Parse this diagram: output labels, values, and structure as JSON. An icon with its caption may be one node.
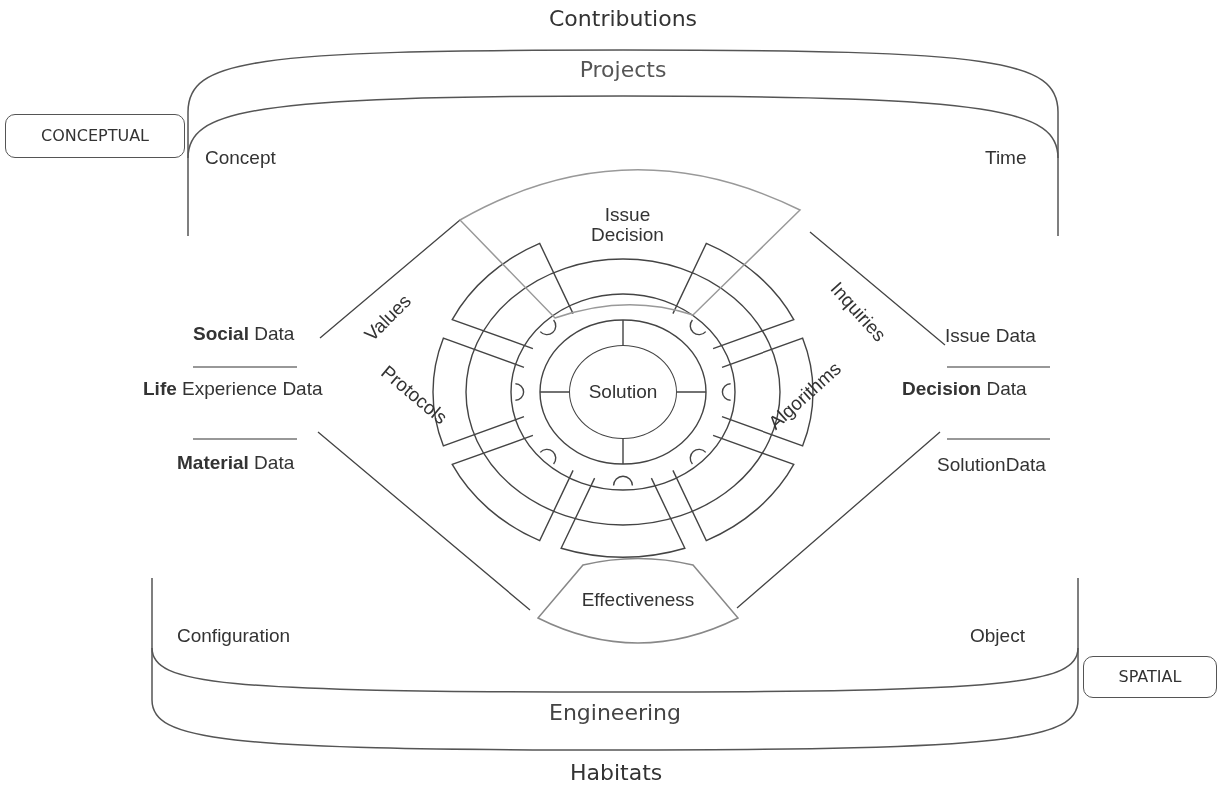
{
  "diagram": {
    "nodes": [
      {
        "text": [
          "Projects"
        ]
      },
      {
        "text": [
          "Engineering"
        ]
      },
      {
        "text": [
          "CONCEPTUAL"
        ]
      },
      {
        "text": [
          "SPATIAL"
        ]
      },
      {
        "text": [
          "Issue Decision"
        ]
      },
      {
        "text": [
          "Effectiveness"
        ]
      },
      {
        "text": [
          "Solution"
        ]
      }
    ],
    "labels": [
      "Contributions",
      "Concept",
      "Time",
      "Values",
      "Inquiries",
      "**Social** Data",
      "Issue Data",
      "**Life** Experience Data",
      "**Decision** Data",
      "**Material** Data",
      "SolutionData",
      "Protocols",
      "Algorithms",
      "Configuration",
      "Object",
      "Habitats"
    ]
  }
}
